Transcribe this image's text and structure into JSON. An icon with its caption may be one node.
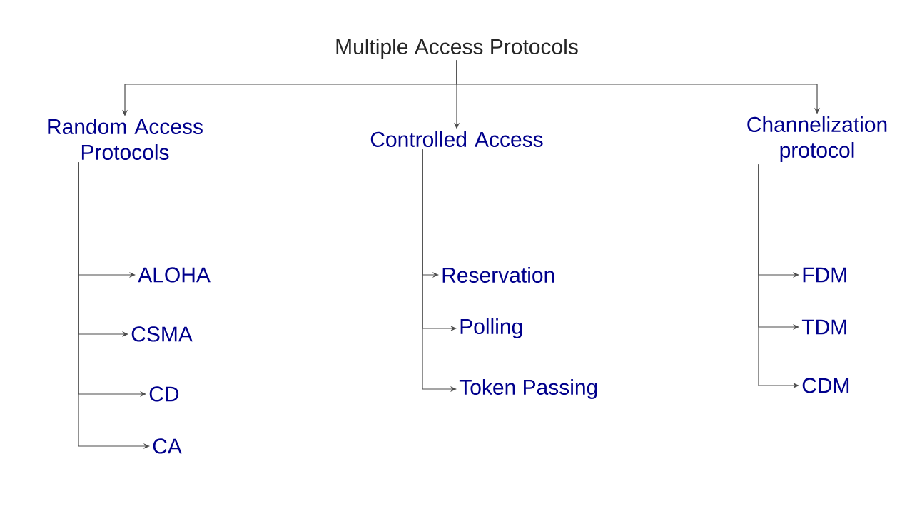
{
  "diagram": {
    "title": "Multiple Access Protocols",
    "nodes": [
      {
        "text": [
          "Random Access Protocols"
        ]
      },
      {
        "text": [
          "Controlled Access"
        ]
      },
      {
        "text": [
          "Channelization protocol"
        ]
      },
      {
        "text": [
          "ALOHA"
        ]
      },
      {
        "text": [
          "CSMA"
        ]
      },
      {
        "text": [
          "CD"
        ]
      },
      {
        "text": [
          "CA"
        ]
      },
      {
        "text": [
          "Reservation"
        ]
      },
      {
        "text": [
          "Polling"
        ]
      },
      {
        "text": [
          "Token Passing"
        ]
      },
      {
        "text": [
          "FDM"
        ]
      },
      {
        "text": [
          "TDM"
        ]
      },
      {
        "text": [
          "CDM"
        ]
      }
    ],
    "edges": [
      {
        "from": null,
        "to": 0,
        "arrow": "to"
      },
      {
        "from": null,
        "to": 1,
        "arrow": "to"
      },
      {
        "from": null,
        "to": 2,
        "arrow": "to"
      },
      {
        "from": 0,
        "to": 3,
        "arrow": "to"
      },
      {
        "from": 0,
        "to": 4,
        "arrow": "to"
      },
      {
        "from": 0,
        "to": 5,
        "arrow": "to"
      },
      {
        "from": 0,
        "to": 6,
        "arrow": "to"
      },
      {
        "from": 1,
        "to": 7,
        "arrow": "to"
      },
      {
        "from": 1,
        "to": 8,
        "arrow": "to"
      },
      {
        "from": 1,
        "to": 9,
        "arrow": "to"
      },
      {
        "from": 2,
        "to": 10,
        "arrow": "to"
      },
      {
        "from": 2,
        "to": 11,
        "arrow": "to"
      },
      {
        "from": 2,
        "to": 12,
        "arrow": "to"
      }
    ]
  }
}
